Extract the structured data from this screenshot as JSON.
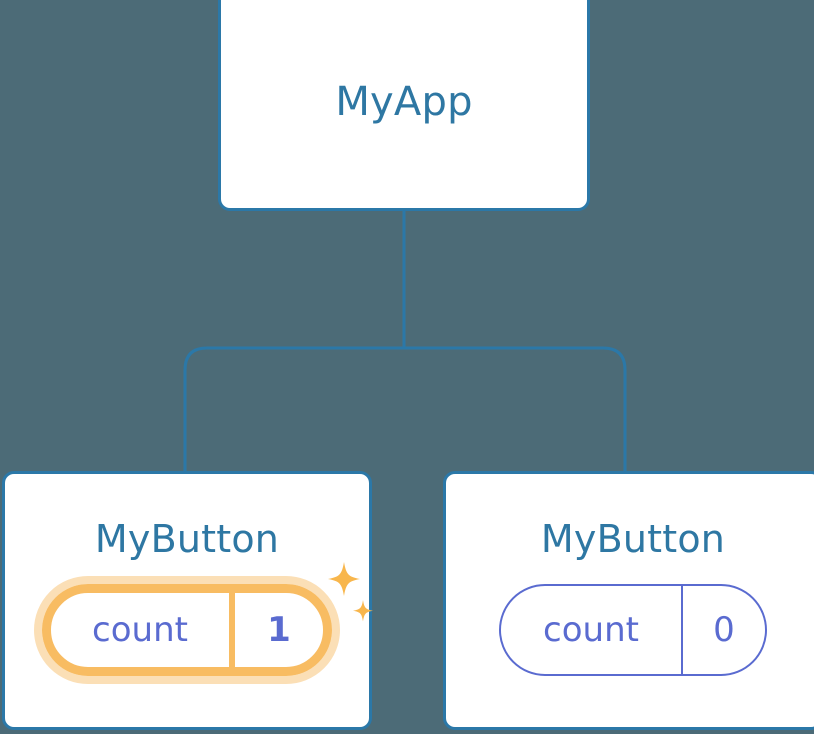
{
  "diagram": {
    "type": "component-tree",
    "background_color": "#4c6b77",
    "node_border_color": "#2b78a8",
    "node_title_color": "#2e77a3",
    "edge_color": "#2b78a8",
    "state_text_color": "#5a6bd0",
    "highlight_color": "#f8bc62",
    "highlight_glow_color": "#fbdfb6"
  },
  "root": {
    "title": "MyApp"
  },
  "children": [
    {
      "title": "MyButton",
      "state": {
        "key": "count",
        "value": "1"
      },
      "highlighted": true,
      "sparkle_icon": "sparkles-icon"
    },
    {
      "title": "MyButton",
      "state": {
        "key": "count",
        "value": "0"
      },
      "highlighted": false
    }
  ]
}
